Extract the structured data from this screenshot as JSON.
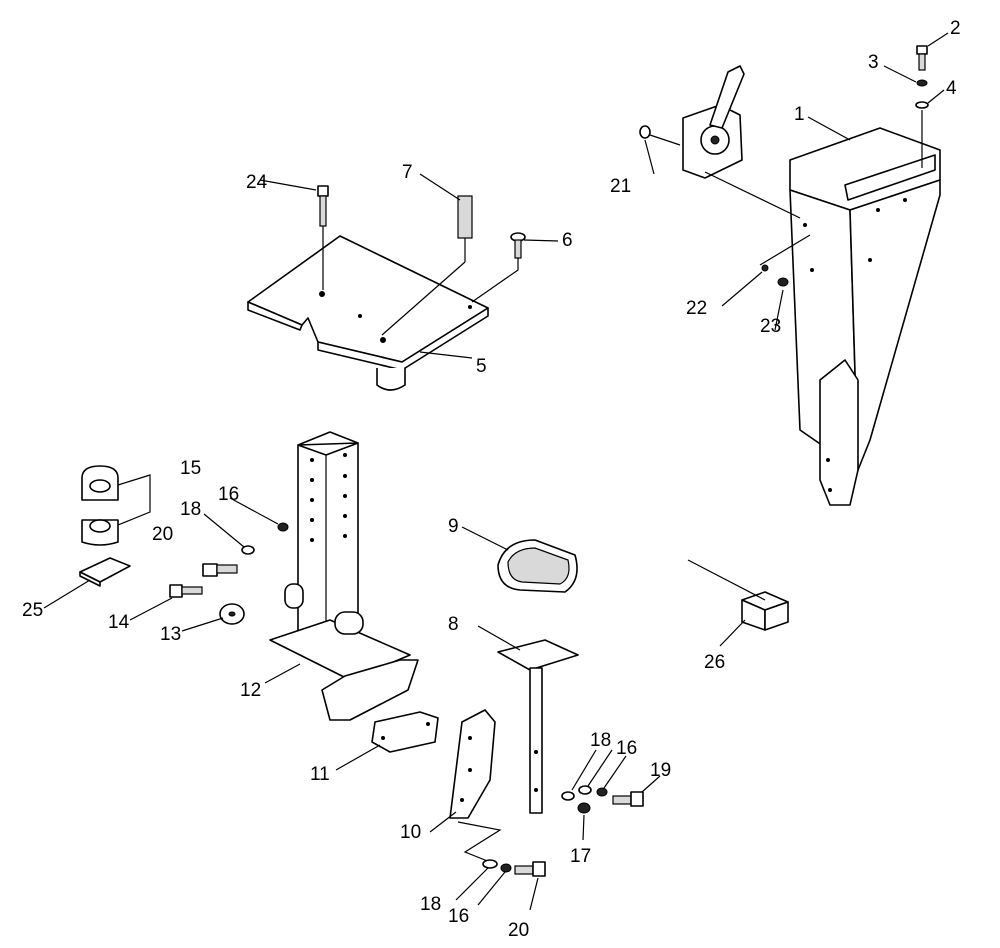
{
  "callouts": [
    {
      "id": "c1",
      "text": "1"
    },
    {
      "id": "c2",
      "text": "2"
    },
    {
      "id": "c3",
      "text": "3"
    },
    {
      "id": "c4",
      "text": "4"
    },
    {
      "id": "c5",
      "text": "5"
    },
    {
      "id": "c6",
      "text": "6"
    },
    {
      "id": "c7",
      "text": "7"
    },
    {
      "id": "c8",
      "text": "8"
    },
    {
      "id": "c9",
      "text": "9"
    },
    {
      "id": "c10",
      "text": "10"
    },
    {
      "id": "c11",
      "text": "11"
    },
    {
      "id": "c12",
      "text": "12"
    },
    {
      "id": "c13",
      "text": "13"
    },
    {
      "id": "c14",
      "text": "14"
    },
    {
      "id": "c15",
      "text": "15"
    },
    {
      "id": "c16a",
      "text": "16"
    },
    {
      "id": "c16b",
      "text": "16"
    },
    {
      "id": "c16c",
      "text": "16"
    },
    {
      "id": "c17",
      "text": "17"
    },
    {
      "id": "c18a",
      "text": "18"
    },
    {
      "id": "c18b",
      "text": "18"
    },
    {
      "id": "c18c",
      "text": "18"
    },
    {
      "id": "c19",
      "text": "19"
    },
    {
      "id": "c20a",
      "text": "20"
    },
    {
      "id": "c20b",
      "text": "20"
    },
    {
      "id": "c21",
      "text": "21"
    },
    {
      "id": "c22",
      "text": "22"
    },
    {
      "id": "c23",
      "text": "23"
    },
    {
      "id": "c24",
      "text": "24"
    },
    {
      "id": "c25",
      "text": "25"
    },
    {
      "id": "c26",
      "text": "26"
    }
  ]
}
